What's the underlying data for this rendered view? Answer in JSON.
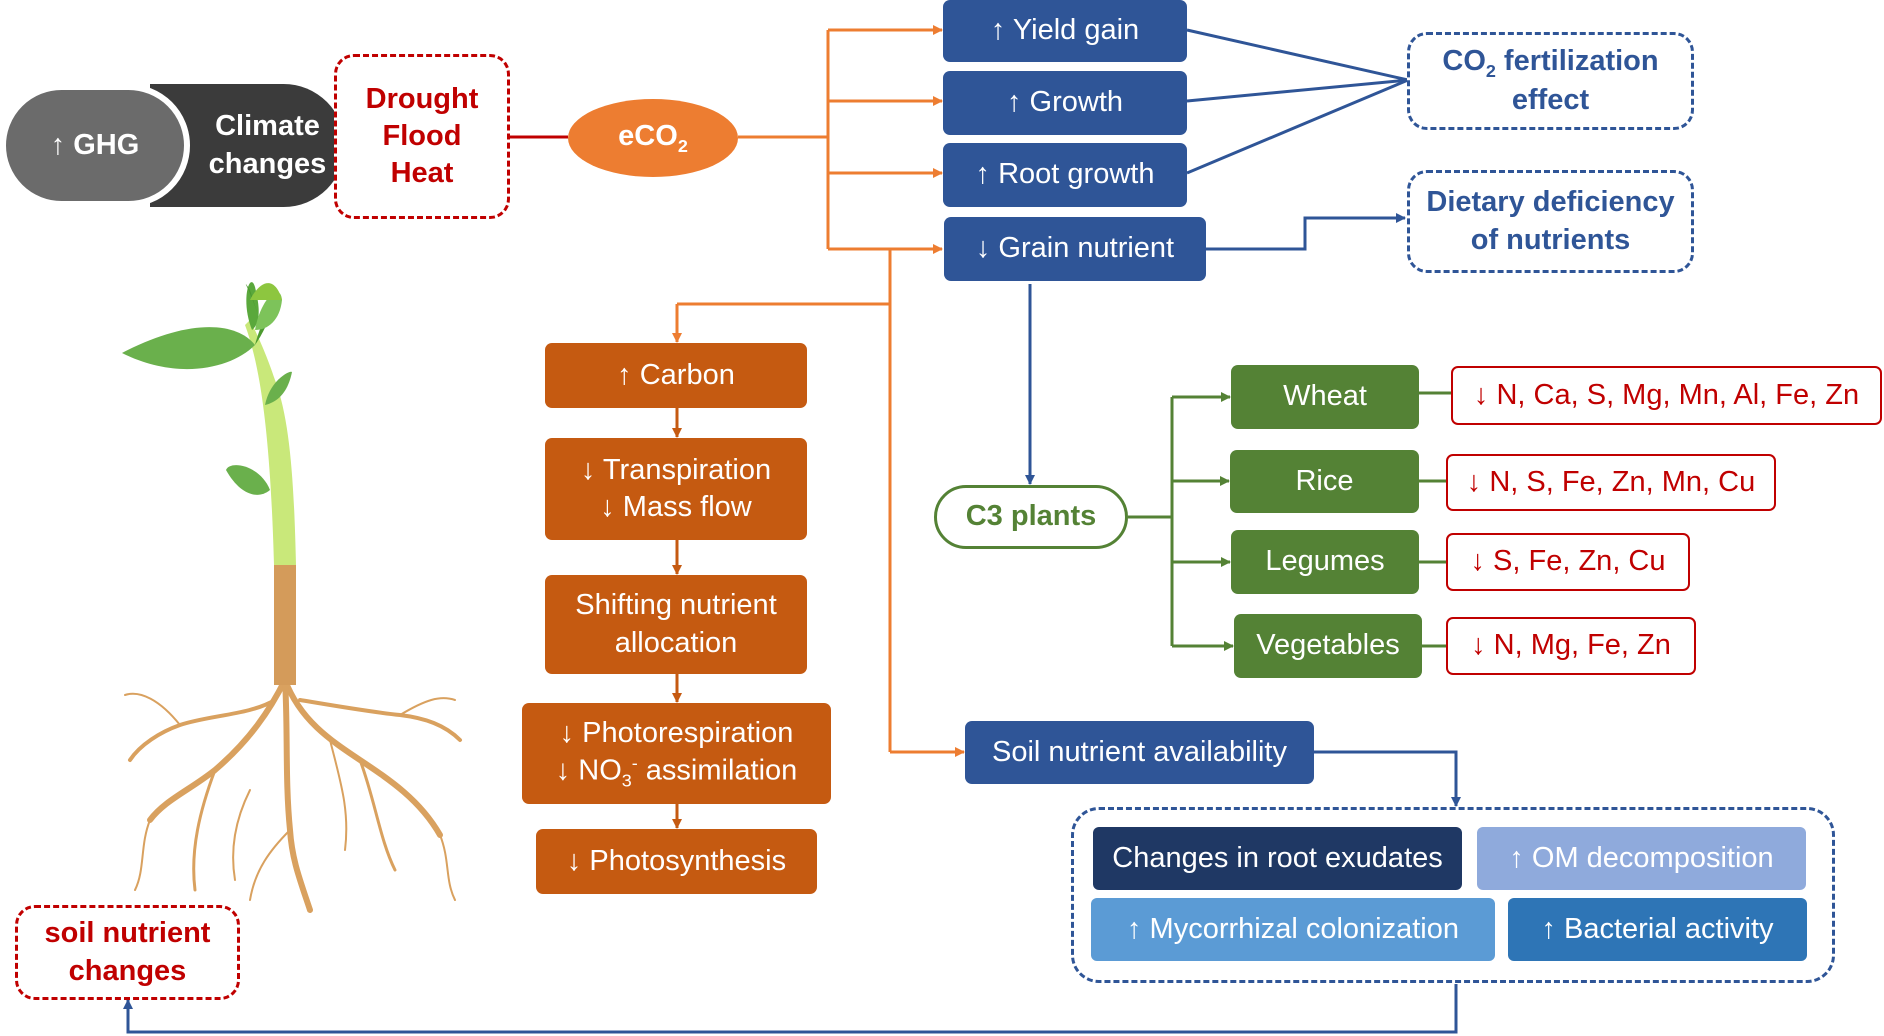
{
  "nodes": {
    "ghg": "↑ GHG",
    "climate": [
      "Climate",
      "changes"
    ],
    "stress": [
      "Drought",
      "Flood",
      "Heat"
    ],
    "eco2": {
      "pre": "eCO",
      "sub": "2"
    },
    "yield_gain": "↑  Yield gain",
    "growth": "↑ Growth",
    "root_growth": "↑ Root growth",
    "grain_nutrient": "↓ Grain nutrient",
    "co2_fert": {
      "line1_pre": "CO",
      "line1_sub": "2",
      "line1_post": " fertilization",
      "line2": "effect"
    },
    "dietary": [
      "Dietary deficiency",
      "of nutrients"
    ],
    "carbon": "↑ Carbon",
    "transpiration": [
      "↓ Transpiration",
      "↓ Mass flow"
    ],
    "shifting": [
      "Shifting nutrient",
      "allocation"
    ],
    "photoresp": {
      "line1": "↓ Photorespiration",
      "line2_pre": "↓ NO",
      "line2_sub": "3",
      "line2_sup": "-",
      "line2_post": " assimilation"
    },
    "photosynthesis": "↓ Photosynthesis",
    "c3": "C3 plants",
    "soil_avail": "Soil nutrient availability",
    "root_exudates": "Changes in root exudates",
    "om_decomp": "↑ OM decomposition",
    "mycorrhizal": "↑ Mycorrhizal colonization",
    "bacterial": "↑ Bacterial activity",
    "soil_changes": [
      "soil nutrient",
      "changes"
    ]
  },
  "crops": [
    {
      "name": "Wheat",
      "nutrients": "↓ N, Ca, S, Mg, Mn, Al, Fe, Zn"
    },
    {
      "name": "Rice",
      "nutrients": "↓ N, S, Fe, Zn, Mn, Cu"
    },
    {
      "name": "Legumes",
      "nutrients": "↓  S, Fe, Zn, Cu"
    },
    {
      "name": "Vegetables",
      "nutrients": "↓ N, Mg, Fe, Zn"
    }
  ],
  "colors": {
    "blue": "#2f5597",
    "orange": "#c55a11",
    "orange_line": "#ed7d31",
    "green": "#548235",
    "red": "#c00000"
  }
}
